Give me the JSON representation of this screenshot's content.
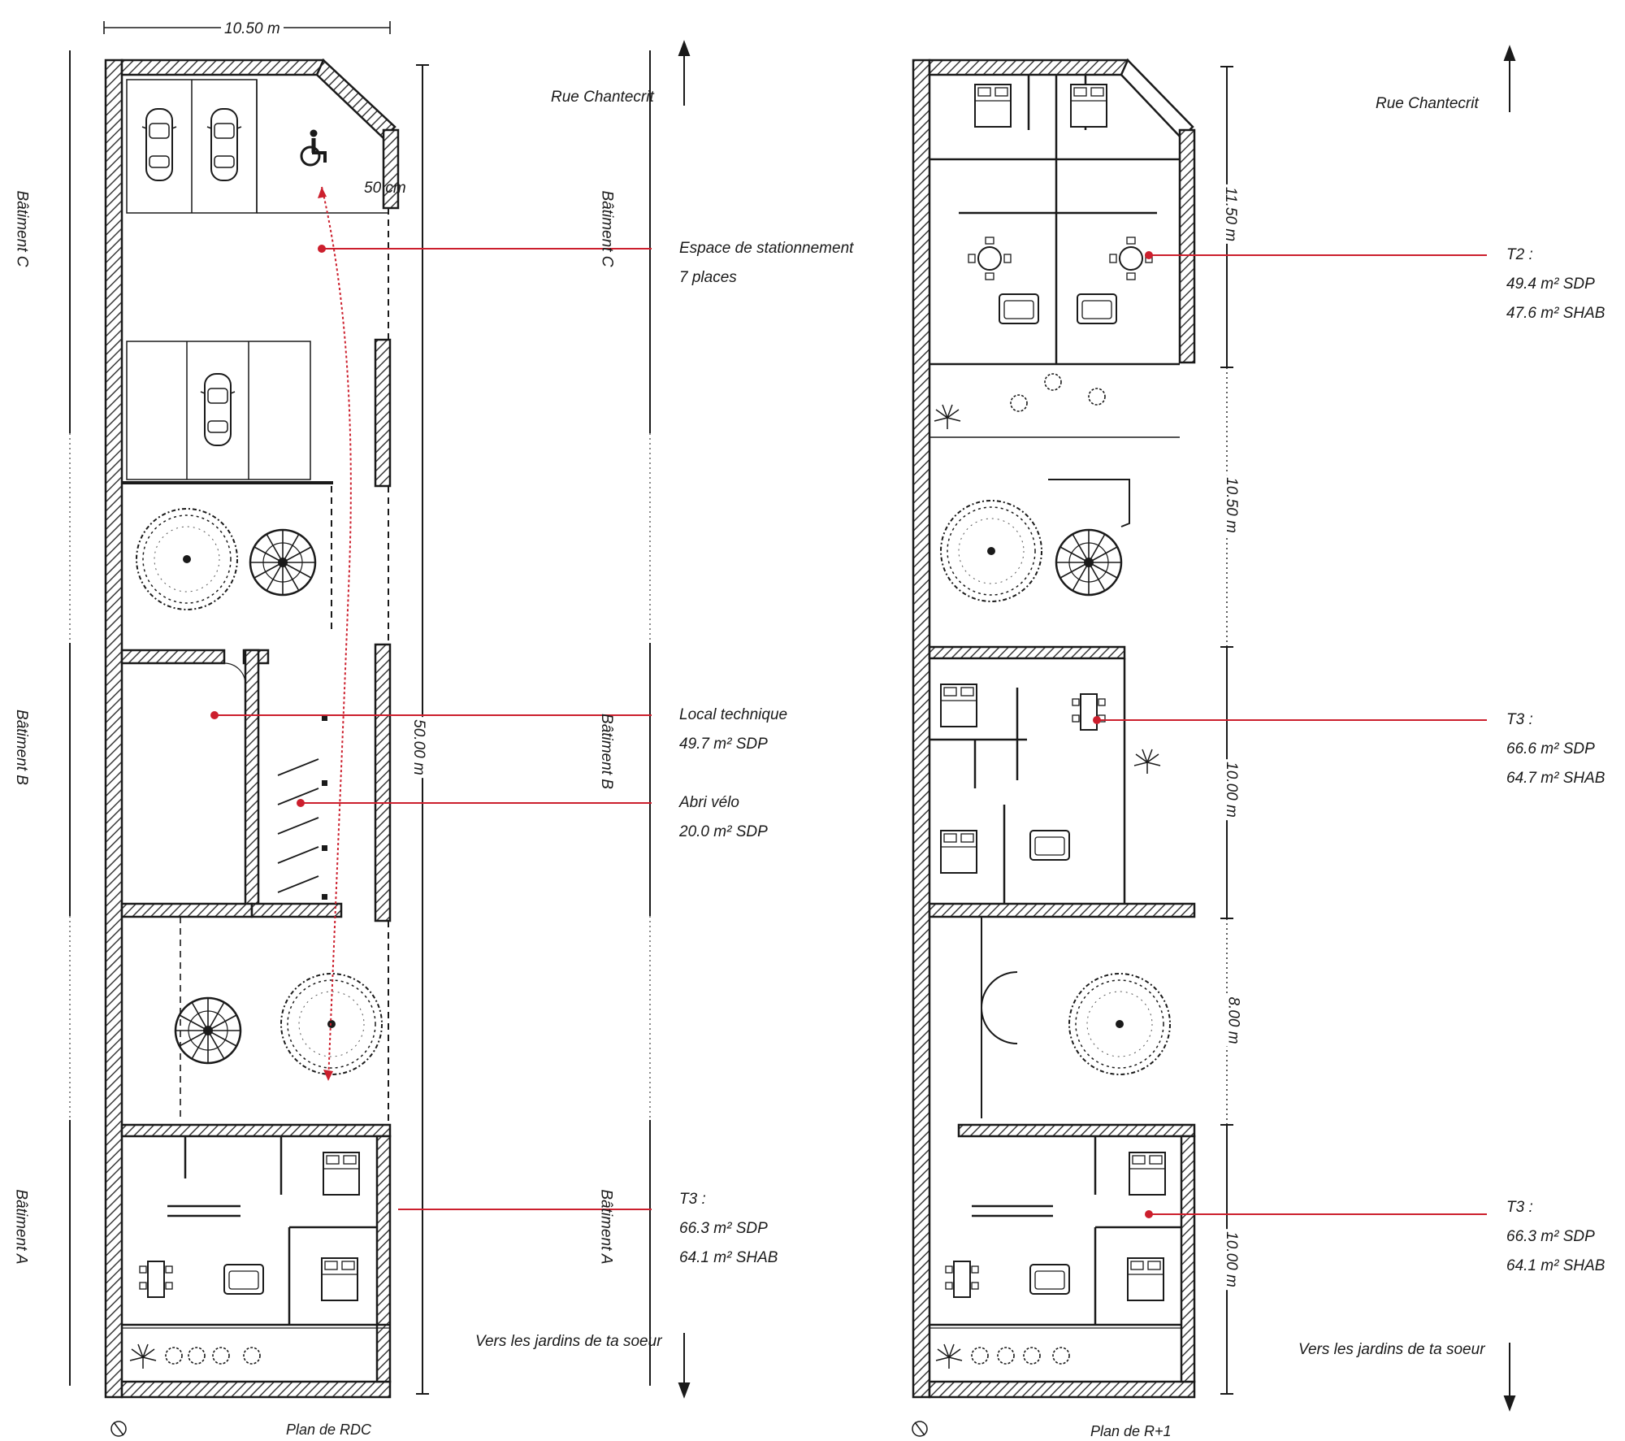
{
  "colors": {
    "ink": "#1a1a1a",
    "accent": "#cc1f2d",
    "hatch": "#3a3a3a"
  },
  "dimensions": {
    "width_top": "10.50 m",
    "total_length": "50.00 m",
    "clearance": "50 cm",
    "seg_c": "11.50 m",
    "seg_courtyard": "10.50 m",
    "seg_b": "10.00 m",
    "seg_garden": "8.00 m",
    "seg_a": "10.00 m"
  },
  "street": {
    "north": "Rue Chantecrit",
    "south": "Vers les jardins de ta soeur"
  },
  "buildings": {
    "c": "Bâtiment C",
    "b": "Bâtiment B",
    "a": "Bâtiment A"
  },
  "rdc": {
    "title": "Plan de RDC",
    "parking": {
      "name": "Espace de stationnement",
      "detail": "7 places"
    },
    "technique": {
      "name": "Local technique",
      "sdp": "49.7 m² SDP"
    },
    "bike": {
      "name": "Abri vélo",
      "sdp": "20.0 m² SDP"
    },
    "t3": {
      "name": "T3 :",
      "sdp": "66.3 m² SDP",
      "shab": "64.1 m² SHAB"
    }
  },
  "r1": {
    "title": "Plan de R+1",
    "t2": {
      "name": "T2 :",
      "sdp": "49.4 m² SDP",
      "shab": "47.6 m² SHAB"
    },
    "t3_b": {
      "name": "T3 :",
      "sdp": "66.6 m² SDP",
      "shab": "64.7 m² SHAB"
    },
    "t3_a": {
      "name": "T3 :",
      "sdp": "66.3 m² SDP",
      "shab": "64.1 m² SHAB"
    }
  },
  "icons": [
    "wheelchair-icon",
    "north-arrow-icon",
    "car-icon",
    "tree-icon",
    "spiral-stair-icon",
    "bicycle-icon",
    "bed-icon",
    "table-icon",
    "sofa-icon",
    "plant-icon"
  ]
}
